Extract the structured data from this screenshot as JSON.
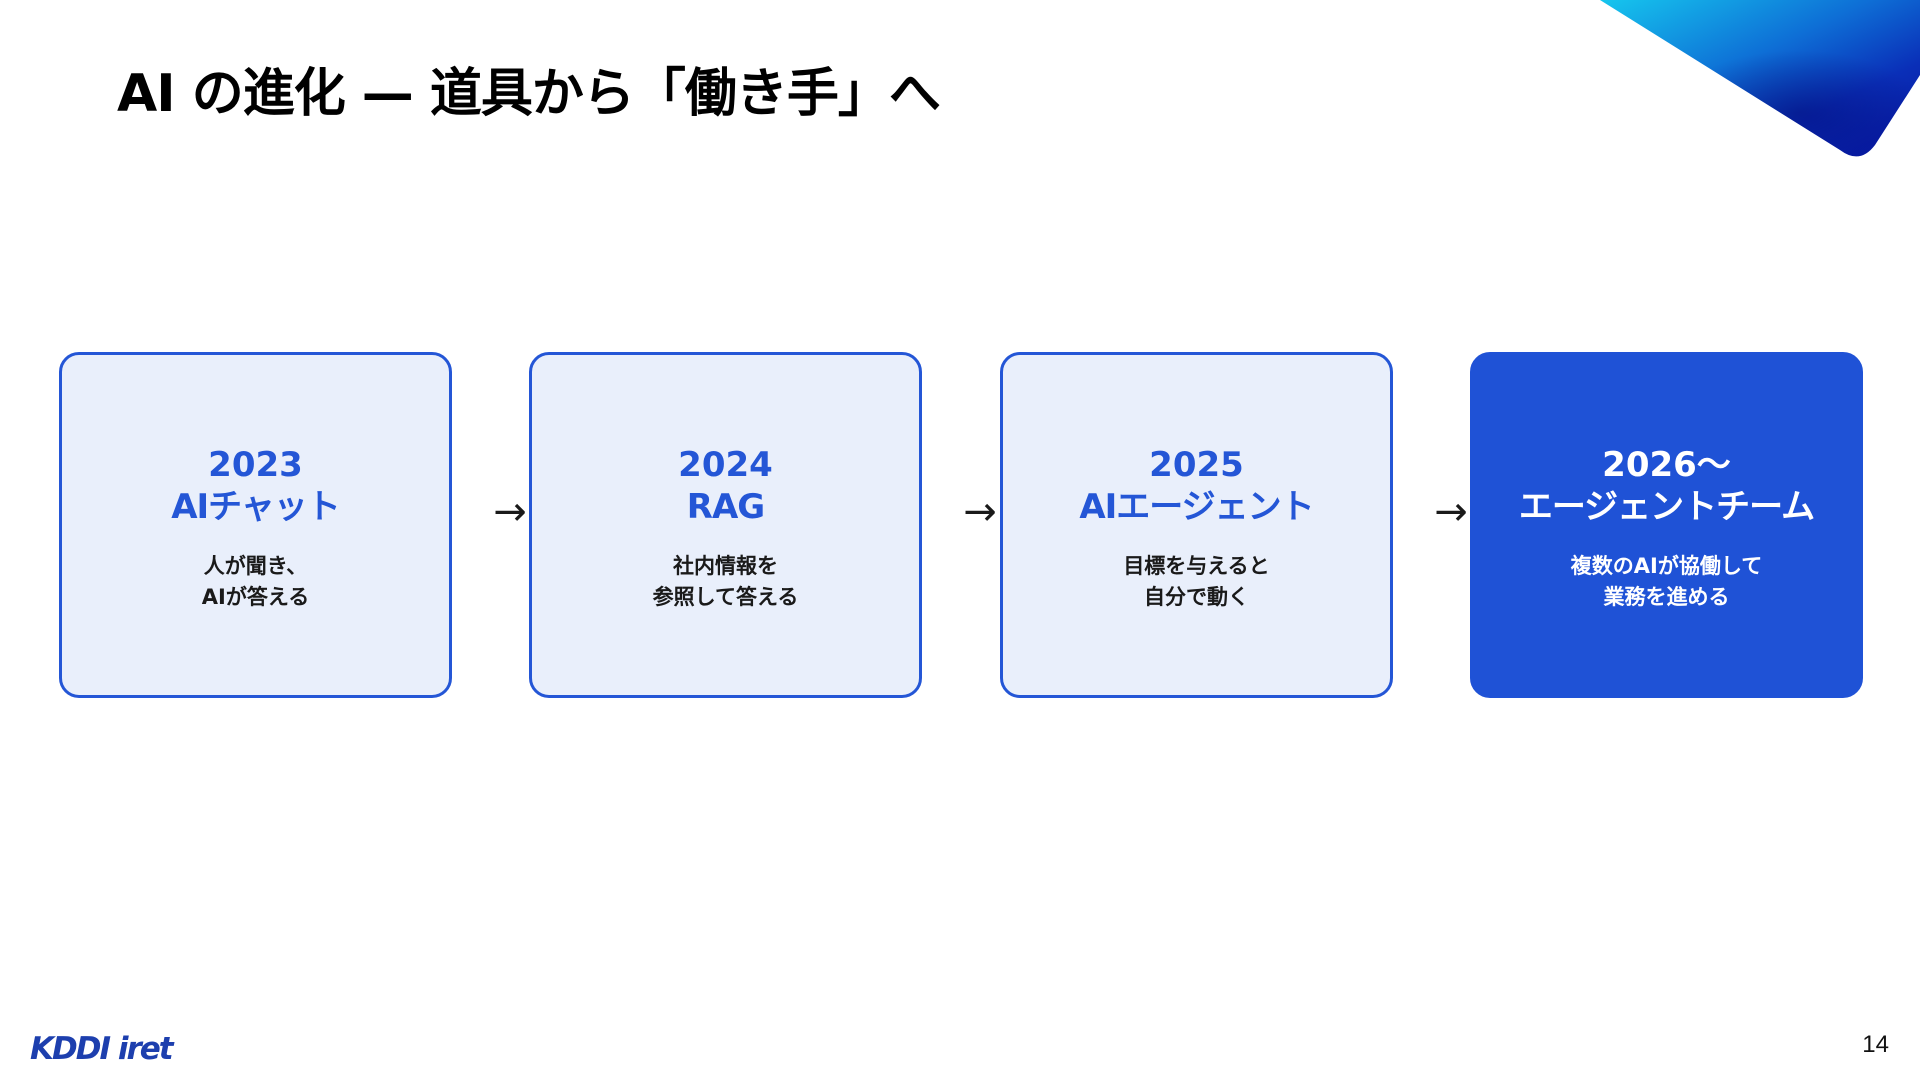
{
  "slide": {
    "title": "AI の進化 — 道具から「働き手」へ",
    "page_number": "14",
    "logo_text": "KDDI iret"
  },
  "steps": [
    {
      "year": "2023",
      "name": "AIチャット",
      "description": [
        "人が聞き、",
        "AIが答える"
      ],
      "highlighted": false
    },
    {
      "year": "2024",
      "name": "RAG",
      "description": [
        "社内情報を",
        "参照して答える"
      ],
      "highlighted": false
    },
    {
      "year": "2025",
      "name": "AIエージェント",
      "description": [
        "目標を与えると",
        "自分で動く"
      ],
      "highlighted": false
    },
    {
      "year": "2026〜",
      "name": "エージェントチーム",
      "description": [
        "複数のAIが協働して",
        "業務を進める"
      ],
      "highlighted": true
    }
  ],
  "arrow_glyph": "→",
  "colors": {
    "accent": "#2456d6",
    "card_background": "#e9effb",
    "highlight_background": "#1f52d6",
    "logo": "#1d3fae"
  },
  "icons": {
    "corner_decoration": "blue-gradient-corner-shape",
    "step_arrow": "right-arrow-icon"
  }
}
